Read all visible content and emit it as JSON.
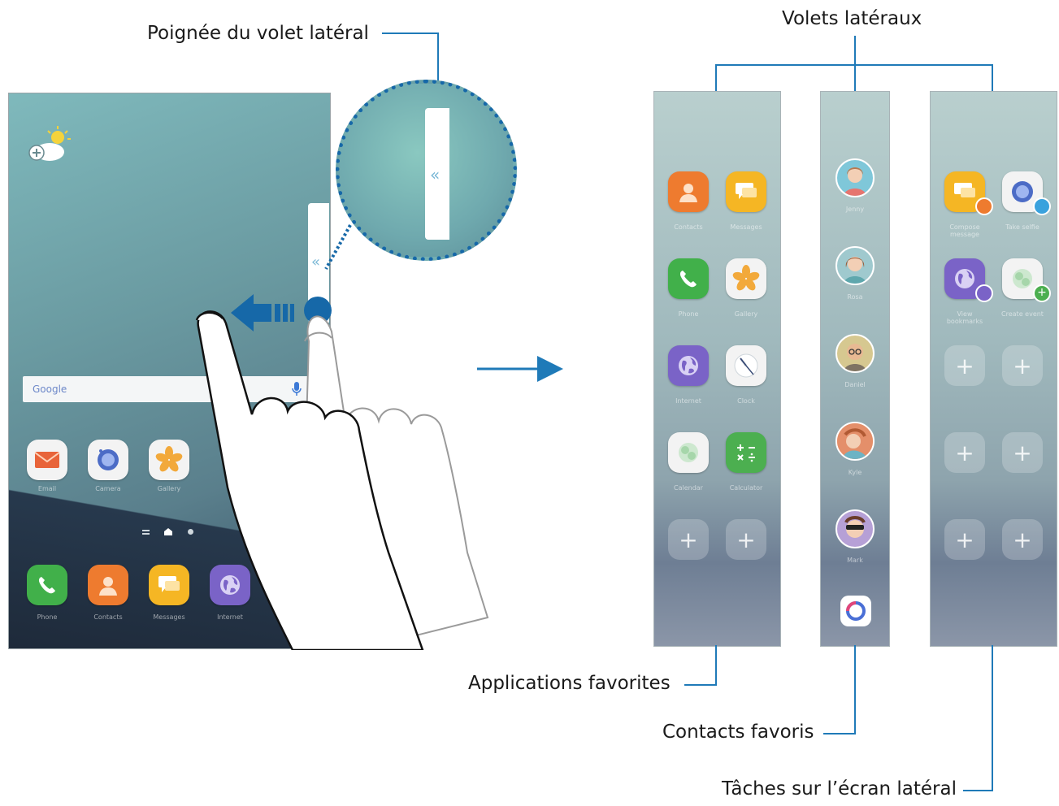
{
  "callouts": {
    "handle_label": "Poignée du volet latéral",
    "panels_label": "Volets latéraux",
    "apps_label": "Applications favorites",
    "contacts_label": "Contacts favoris",
    "tasks_label": "Tâches sur l’écran latéral"
  },
  "phone": {
    "search_logo": "Google",
    "row1": [
      "Email",
      "Camera",
      "Gallery"
    ],
    "dock": [
      "Phone",
      "Contacts",
      "Messages",
      "Internet"
    ]
  },
  "apps_panel": {
    "apps": [
      "Contacts",
      "Messages",
      "Phone",
      "Gallery",
      "Internet",
      "Clock",
      "Calendar",
      "Calculator"
    ]
  },
  "contacts_panel": {
    "names": [
      "Jenny",
      "Rosa",
      "Daniel",
      "Kyle",
      "Mark"
    ]
  },
  "tasks_panel": {
    "tasks": [
      "Compose message",
      "Take selfie",
      "View bookmarks",
      "Create event"
    ]
  },
  "colors": {
    "accent": "#1f7ab8",
    "handle_dot": "#1668a8"
  }
}
